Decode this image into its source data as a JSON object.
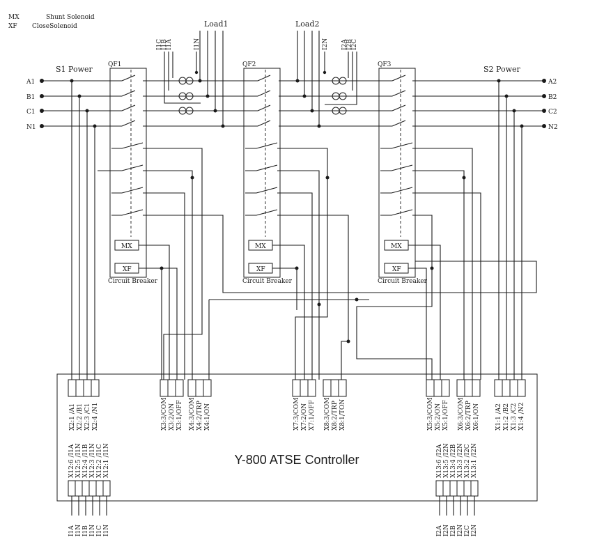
{
  "legend": {
    "mx_code": "MX",
    "mx_text": "Shunt Solenoid",
    "xf_code": "XF",
    "xf_text": "CloseSolenoid"
  },
  "loads": [
    "Load1",
    "Load2"
  ],
  "power": {
    "s1": "S1 Power",
    "s2": "S2 Power"
  },
  "phases_left": [
    "A1",
    "B1",
    "C1",
    "N1"
  ],
  "phases_right": [
    "A2",
    "B2",
    "C2",
    "N2"
  ],
  "breakers": [
    {
      "name": "QF1",
      "caption": "Circuit Breaker",
      "mx": "MX",
      "xf": "XF"
    },
    {
      "name": "QF2",
      "caption": "Circuit Breaker",
      "mx": "MX",
      "xf": "XF"
    },
    {
      "name": "QF3",
      "caption": "Circuit Breaker",
      "mx": "MX",
      "xf": "XF"
    }
  ],
  "ct1_labels": [
    "I1C",
    "I1B",
    "I1A",
    "I1N"
  ],
  "ct2_labels": [
    "I2N",
    "I2A",
    "I2B",
    "I2C"
  ],
  "controller": {
    "title": "Y-800 ATSE Controller",
    "top_groups": [
      [
        "X2:1 /A1",
        "X2:2 /B1",
        "X2:3 /C1",
        "X2:4 /N1"
      ],
      [
        "X3:3/COM",
        "X3:2/ON",
        "X3:1/OFF"
      ],
      [
        "X4:3/COM",
        "X4:2/TRP",
        "X4:1/ON"
      ],
      [
        "X7:3/COM",
        "X7:2/ON",
        "X7:1/OFF"
      ],
      [
        "X8:3/COM",
        "X8:2/TRP",
        "X8:1/TON"
      ],
      [
        "X5:3/COM",
        "X5:2/ON",
        "X5:1/OFF"
      ],
      [
        "X6:3/COM",
        "X6:2/TRP",
        "X6:1/ON"
      ],
      [
        "X1:1 /A2",
        "X1:2 /B2",
        "X1:3 /C2",
        "X1:4 /N2"
      ]
    ],
    "bottom_groups": [
      [
        "X12:6 /I1A",
        "X12:5 /I1N",
        "X12:4 /I1B",
        "X12:3 /I1N",
        "X12:2 /I1C",
        "X12:1 /I1N"
      ],
      [
        "X13:6 /I2A",
        "X13:5 /I2N",
        "X13:4 /I2B",
        "X13:3 /I2N",
        "X13:2 /I2C",
        "X13:1 /I2N"
      ]
    ],
    "bottom_wires": [
      [
        "I1A",
        "I1N",
        "I1B",
        "I1N",
        "I1C",
        "I1N"
      ],
      [
        "I2A",
        "I2N",
        "I2B",
        "I2N",
        "I2C",
        "I2N"
      ]
    ]
  }
}
